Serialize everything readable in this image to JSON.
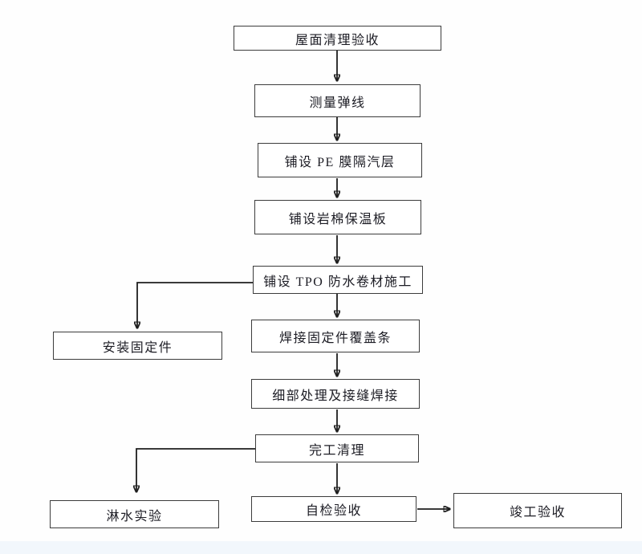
{
  "diagram": {
    "type": "flowchart",
    "direction": "top-down",
    "nodes": [
      {
        "id": "roof-cleaning-acceptance",
        "label": "屋面清理验收"
      },
      {
        "id": "measure-snap-lines",
        "label": "测量弹线"
      },
      {
        "id": "lay-pe-film-vapor-barrier",
        "label": "铺设 PE 膜隔汽层"
      },
      {
        "id": "lay-rock-wool-insulation",
        "label": "铺设岩棉保温板"
      },
      {
        "id": "lay-tpo-waterproof-membrane",
        "label": "铺设 TPO 防水卷材施工"
      },
      {
        "id": "weld-fastener-cover-strips",
        "label": "焊接固定件覆盖条"
      },
      {
        "id": "detail-treatment-seam-welding",
        "label": "细部处理及接缝焊接"
      },
      {
        "id": "completion-cleanup",
        "label": "完工清理"
      },
      {
        "id": "self-inspection-acceptance",
        "label": "自检验收"
      },
      {
        "id": "install-fasteners",
        "label": "安装固定件"
      },
      {
        "id": "water-spray-test",
        "label": "淋水实验"
      },
      {
        "id": "final-completion-acceptance",
        "label": "竣工验收"
      }
    ],
    "edges": [
      {
        "from": "roof-cleaning-acceptance",
        "to": "measure-snap-lines"
      },
      {
        "from": "measure-snap-lines",
        "to": "lay-pe-film-vapor-barrier"
      },
      {
        "from": "lay-pe-film-vapor-barrier",
        "to": "lay-rock-wool-insulation"
      },
      {
        "from": "lay-rock-wool-insulation",
        "to": "lay-tpo-waterproof-membrane"
      },
      {
        "from": "lay-tpo-waterproof-membrane",
        "to": "weld-fastener-cover-strips"
      },
      {
        "from": "lay-tpo-waterproof-membrane",
        "to": "install-fasteners"
      },
      {
        "from": "weld-fastener-cover-strips",
        "to": "detail-treatment-seam-welding"
      },
      {
        "from": "detail-treatment-seam-welding",
        "to": "completion-cleanup"
      },
      {
        "from": "completion-cleanup",
        "to": "self-inspection-acceptance"
      },
      {
        "from": "completion-cleanup",
        "to": "water-spray-test"
      },
      {
        "from": "self-inspection-acceptance",
        "to": "final-completion-acceptance"
      }
    ]
  },
  "colors": {
    "line": "#1e1e1e",
    "border": "#3c3c3c",
    "text": "#1c1c24",
    "background": "#fefefe",
    "tint": "#f2f7fc"
  }
}
